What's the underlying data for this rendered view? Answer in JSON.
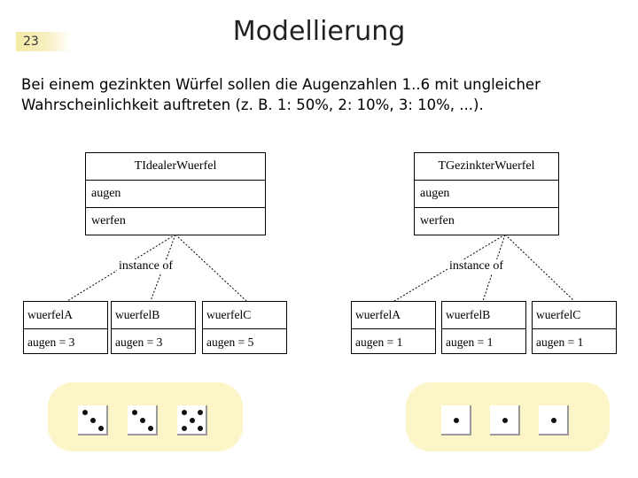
{
  "slide": {
    "number": "23",
    "title": "Modellierung"
  },
  "intro": {
    "line1": "Bei einem gezinkten Würfel sollen die Augenzahlen 1..6 mit ungleicher",
    "line2": "Wahrscheinlichkeit auftreten (z. B. 1: 50%, 2: 10%, 3: 10%, ...)."
  },
  "classes": [
    {
      "name": "TIdealerWuerfel",
      "attribute": "augen",
      "method": "werfen"
    },
    {
      "name": "TGezinkterWuerfel",
      "attribute": "augen",
      "method": "werfen"
    }
  ],
  "relation_label": "instance of",
  "objects_left": [
    {
      "name": "wuerfelA",
      "value": "augen = 3"
    },
    {
      "name": "wuerfelB",
      "value": "augen = 3"
    },
    {
      "name": "wuerfelC",
      "value": "augen = 5"
    }
  ],
  "objects_right": [
    {
      "name": "wuerfelA",
      "value": "augen = 1"
    },
    {
      "name": "wuerfelB",
      "value": "augen = 1"
    },
    {
      "name": "wuerfelC",
      "value": "augen = 1"
    }
  ],
  "dice_left": [
    3,
    3,
    5
  ],
  "dice_right": [
    1,
    1,
    1
  ],
  "colors": {
    "highlight": "#fbf5c8",
    "number_band": "#f4eaa6"
  }
}
